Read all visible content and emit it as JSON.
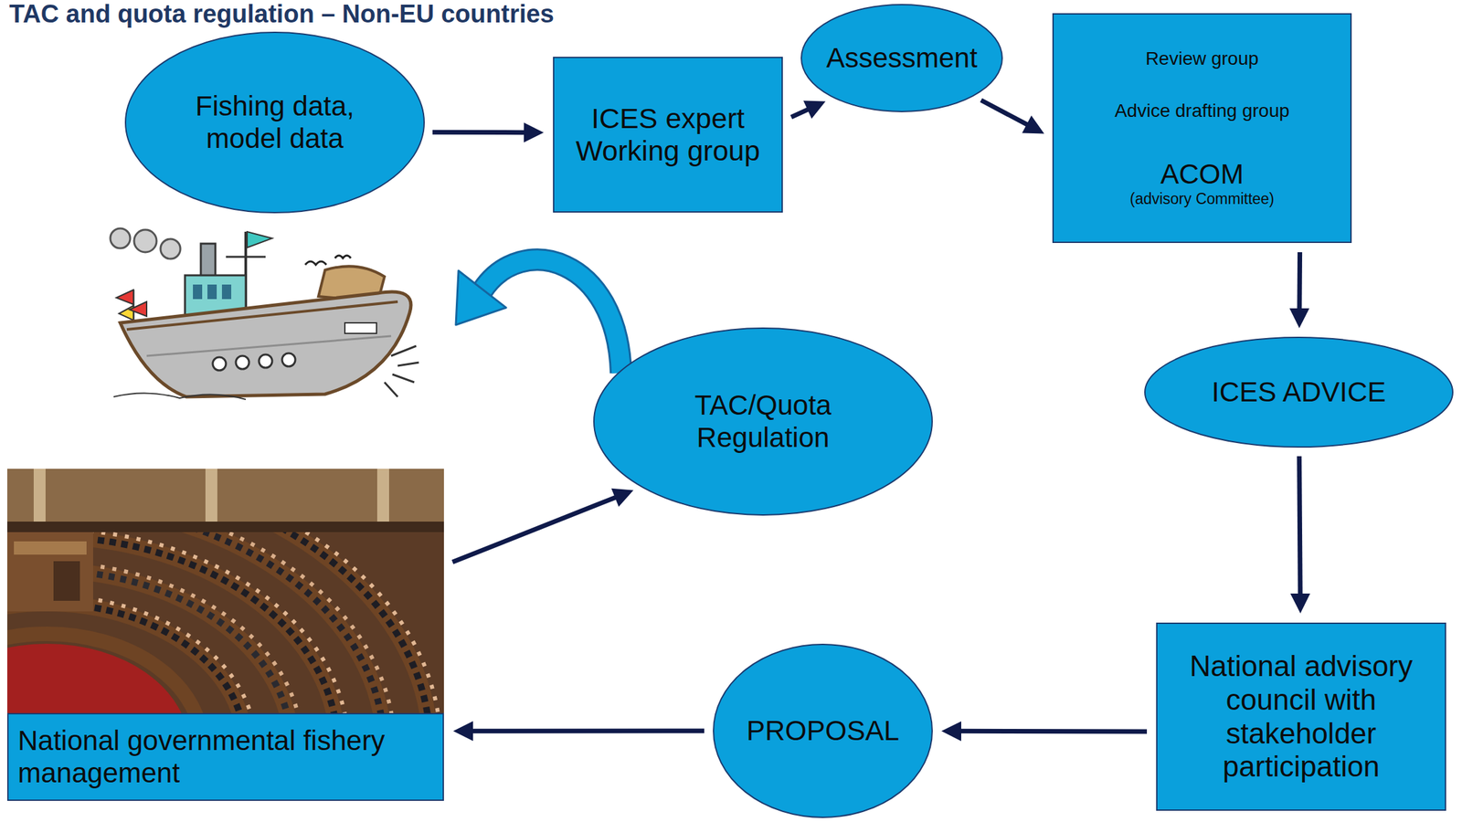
{
  "diagram": {
    "title": "TAC and quota regulation – Non-EU countries",
    "nodes": [
      {
        "text": [
          "Fishing data, model data"
        ]
      },
      {
        "text": [
          "ICES expert Working group"
        ]
      },
      {
        "text": [
          "Assessment"
        ]
      },
      {
        "text": [
          "Review group",
          "Advice drafting group",
          "ACOM",
          "(advisory Committee)"
        ]
      },
      {
        "text": [
          "ICES ADVICE"
        ]
      },
      {
        "text": [
          "National advisory council with stakeholder participation"
        ]
      },
      {
        "text": [
          "PROPOSAL"
        ]
      },
      {
        "text": [
          "National governmental fishery management"
        ]
      },
      {
        "text": [
          "TAC/Quota Regulation"
        ]
      }
    ],
    "edges": [
      {
        "from": 0,
        "to": 1,
        "arrow": "to"
      },
      {
        "from": 1,
        "to": 2,
        "arrow": "to"
      },
      {
        "from": 2,
        "to": 3,
        "arrow": "to"
      },
      {
        "from": 3,
        "to": 4,
        "arrow": "to"
      },
      {
        "from": 4,
        "to": 5,
        "arrow": "to"
      },
      {
        "from": 5,
        "to": 6,
        "arrow": "to"
      },
      {
        "from": 6,
        "to": 7,
        "arrow": "to"
      },
      {
        "from": 7,
        "to": 8,
        "arrow": "to"
      }
    ]
  }
}
